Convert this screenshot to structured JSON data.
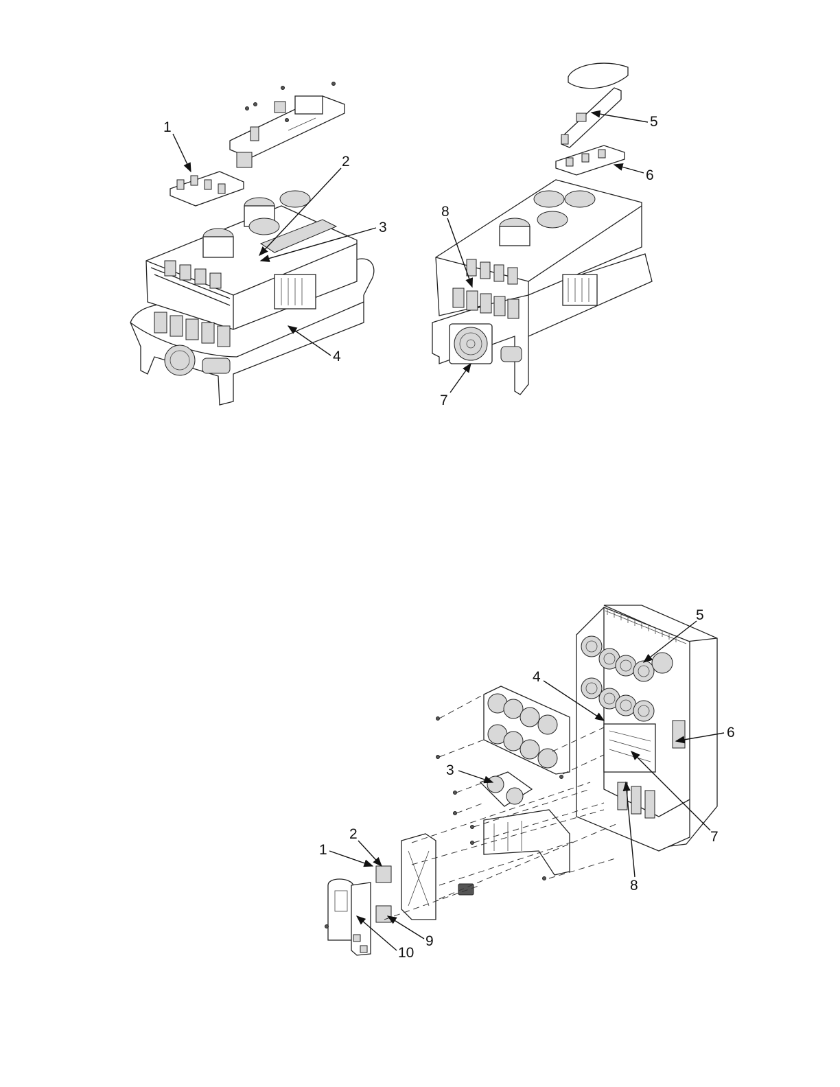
{
  "figure_top_left": {
    "callouts": [
      "1",
      "2",
      "3",
      "4"
    ]
  },
  "figure_top_right": {
    "callouts": [
      "5",
      "6",
      "7",
      "8"
    ]
  },
  "figure_bottom": {
    "callouts": [
      "1",
      "2",
      "3",
      "4",
      "5",
      "6",
      "7",
      "8",
      "9",
      "10"
    ]
  }
}
